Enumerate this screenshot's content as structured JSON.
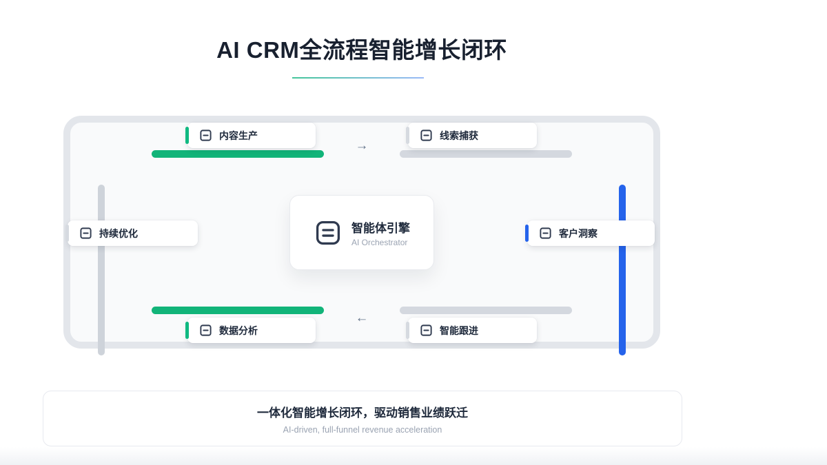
{
  "page": {
    "title": "AI CRM全流程智能增长闭环",
    "colors": {
      "accent_green": "#10b981",
      "accent_blue": "#2563eb",
      "bar_gray": "#d4d8df",
      "frame_gray": "#e3e6eb",
      "text_dark": "#1e293b",
      "text_muted": "#9aa3b2"
    }
  },
  "loop": {
    "nodes": [
      {
        "id": "content-production",
        "label": "内容生产",
        "accent": "green"
      },
      {
        "id": "lead-capture",
        "label": "线索捕获",
        "accent": "gray"
      },
      {
        "id": "continuous-optimization",
        "label": "持续优化",
        "accent": "gray"
      },
      {
        "id": "customer-insight",
        "label": "客户洞察",
        "accent": "blue"
      },
      {
        "id": "data-analysis",
        "label": "数据分析",
        "accent": "green"
      },
      {
        "id": "smart-followup",
        "label": "智能跟进",
        "accent": "gray"
      }
    ],
    "center": {
      "title": "智能体引擎",
      "subtitle": "AI Orchestrator"
    },
    "arrows": {
      "top": "→",
      "bottom": "←"
    }
  },
  "footer": {
    "headline": "一体化智能增长闭环，驱动销售业绩跃迁",
    "subline": "AI-driven, full-funnel revenue acceleration"
  }
}
